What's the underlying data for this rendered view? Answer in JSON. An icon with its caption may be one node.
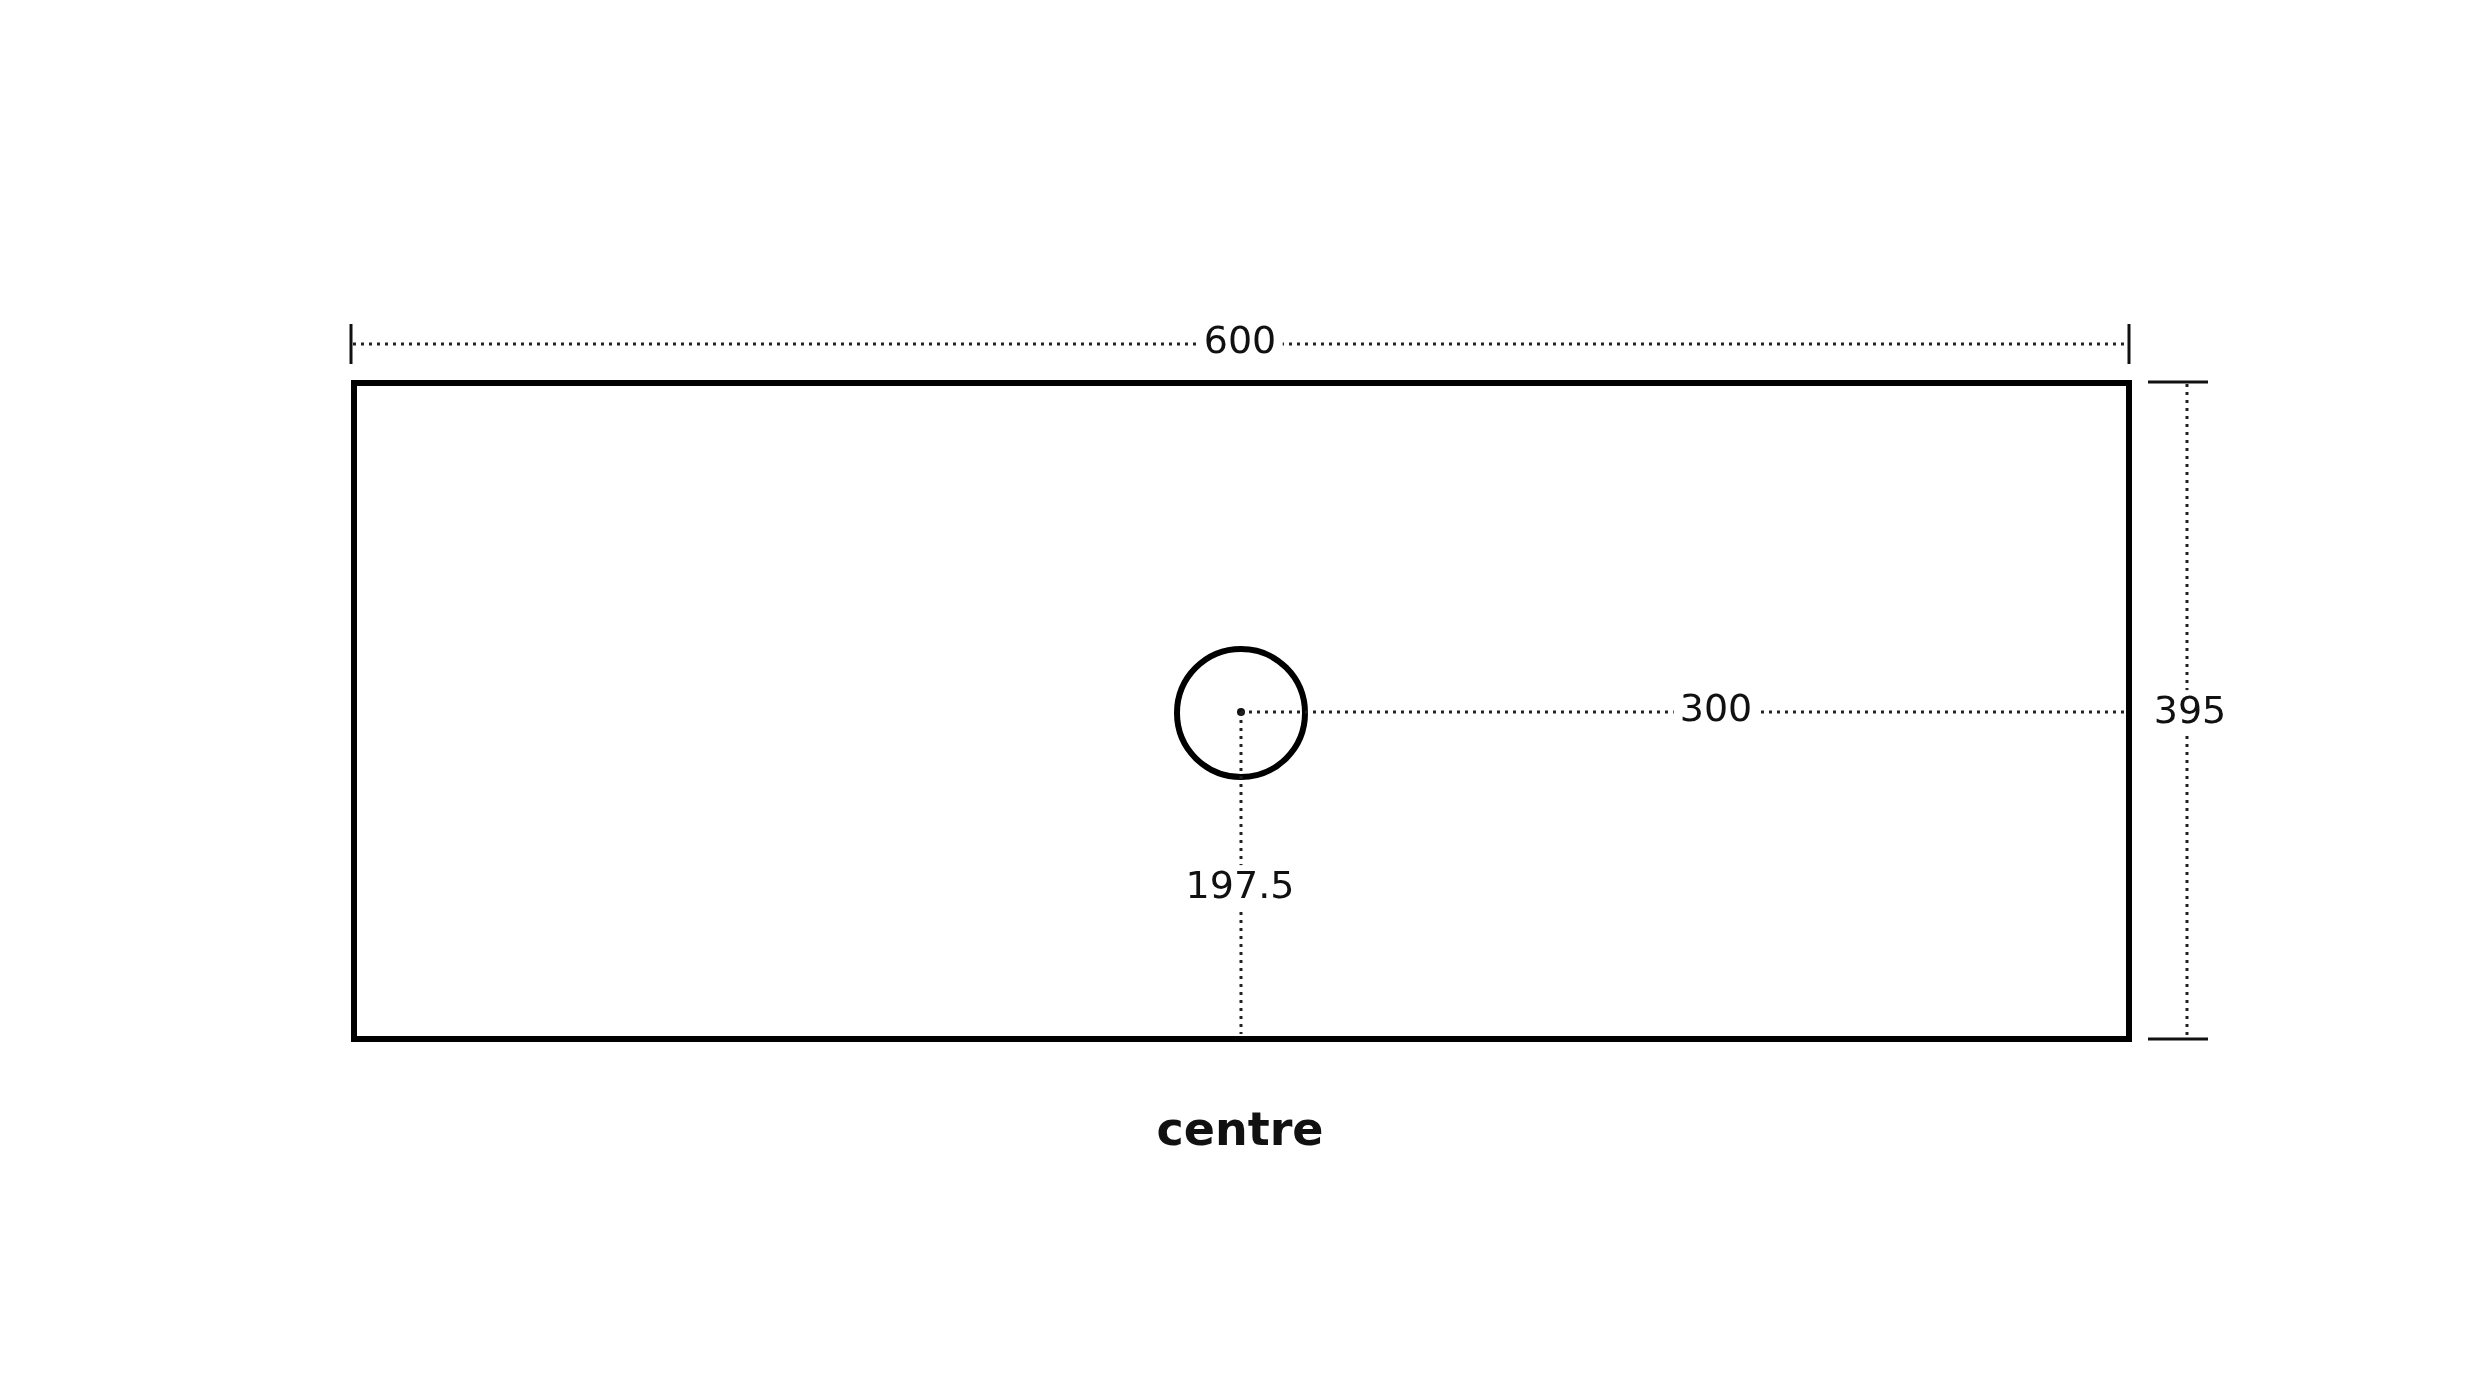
{
  "diagram": {
    "caption": "centre",
    "nodes": [
      {
        "text": [],
        "shape": "box"
      },
      {
        "text": [],
        "shape": "circle",
        "in": 0
      }
    ],
    "labels": [
      "600",
      "300",
      "395",
      "197.5"
    ]
  }
}
